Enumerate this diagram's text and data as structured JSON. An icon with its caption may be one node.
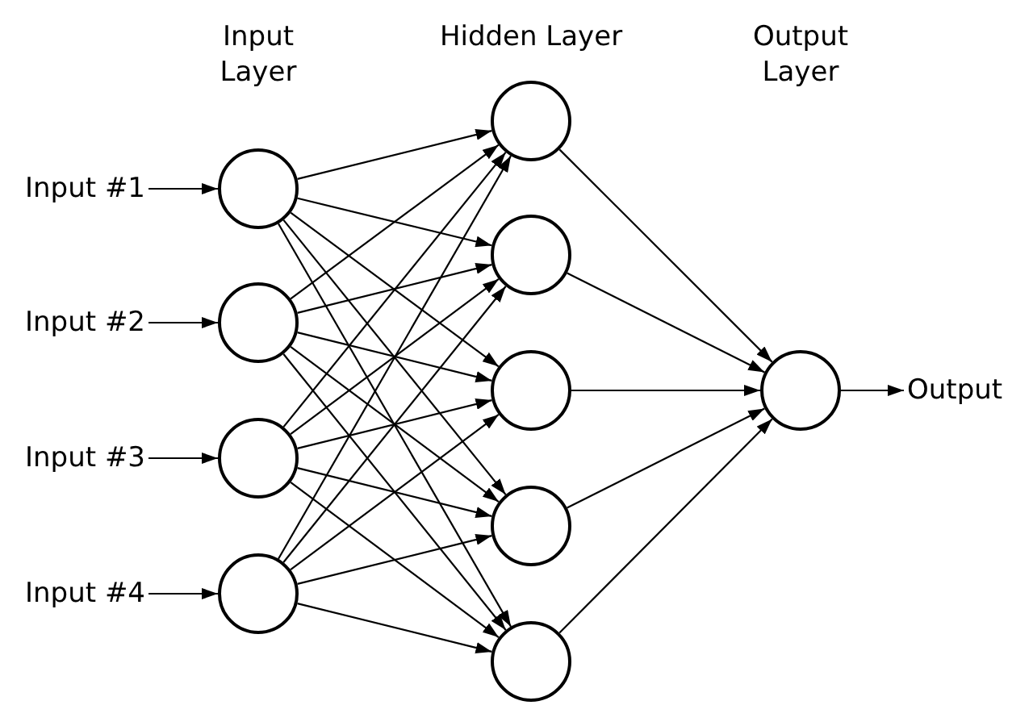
{
  "diagram": {
    "nodes": [
      {
        "text": [
          "Input #1"
        ]
      },
      {
        "text": [
          "Input #2"
        ]
      },
      {
        "text": [
          "Input #3"
        ]
      },
      {
        "text": [
          "Input #4"
        ]
      },
      {
        "text": [],
        "shape": "circle"
      },
      {
        "text": [],
        "shape": "circle"
      },
      {
        "text": [],
        "shape": "circle"
      },
      {
        "text": [],
        "shape": "circle"
      },
      {
        "text": [],
        "shape": "circle"
      },
      {
        "text": [],
        "shape": "circle"
      },
      {
        "text": [],
        "shape": "circle"
      },
      {
        "text": [],
        "shape": "circle"
      },
      {
        "text": [],
        "shape": "circle"
      },
      {
        "text": [],
        "shape": "circle"
      },
      {
        "text": [
          "Output"
        ]
      }
    ],
    "edges": [
      {
        "from": 0,
        "to": 4,
        "arrow": "to"
      },
      {
        "from": 1,
        "to": 5,
        "arrow": "to"
      },
      {
        "from": 2,
        "to": 6,
        "arrow": "to"
      },
      {
        "from": 3,
        "to": 7,
        "arrow": "to"
      },
      {
        "from": 4,
        "to": 8,
        "arrow": "to"
      },
      {
        "from": 4,
        "to": 9,
        "arrow": "to"
      },
      {
        "from": 4,
        "to": 10,
        "arrow": "to"
      },
      {
        "from": 4,
        "to": 11,
        "arrow": "to"
      },
      {
        "from": 4,
        "to": 12,
        "arrow": "to"
      },
      {
        "from": 5,
        "to": 8,
        "arrow": "to"
      },
      {
        "from": 5,
        "to": 9,
        "arrow": "to"
      },
      {
        "from": 5,
        "to": 10,
        "arrow": "to"
      },
      {
        "from": 5,
        "to": 11,
        "arrow": "to"
      },
      {
        "from": 5,
        "to": 12,
        "arrow": "to"
      },
      {
        "from": 6,
        "to": 8,
        "arrow": "to"
      },
      {
        "from": 6,
        "to": 9,
        "arrow": "to"
      },
      {
        "from": 6,
        "to": 10,
        "arrow": "to"
      },
      {
        "from": 6,
        "to": 11,
        "arrow": "to"
      },
      {
        "from": 6,
        "to": 12,
        "arrow": "to"
      },
      {
        "from": 7,
        "to": 8,
        "arrow": "to"
      },
      {
        "from": 7,
        "to": 9,
        "arrow": "to"
      },
      {
        "from": 7,
        "to": 10,
        "arrow": "to"
      },
      {
        "from": 7,
        "to": 11,
        "arrow": "to"
      },
      {
        "from": 7,
        "to": 12,
        "arrow": "to"
      },
      {
        "from": 8,
        "to": 13,
        "arrow": "to"
      },
      {
        "from": 9,
        "to": 13,
        "arrow": "to"
      },
      {
        "from": 10,
        "to": 13,
        "arrow": "to"
      },
      {
        "from": 11,
        "to": 13,
        "arrow": "to"
      },
      {
        "from": 12,
        "to": 13,
        "arrow": "to"
      },
      {
        "from": 13,
        "to": 14,
        "arrow": "to"
      }
    ],
    "labels": [
      "Input Layer",
      "Hidden Layer",
      "Output Layer"
    ]
  }
}
